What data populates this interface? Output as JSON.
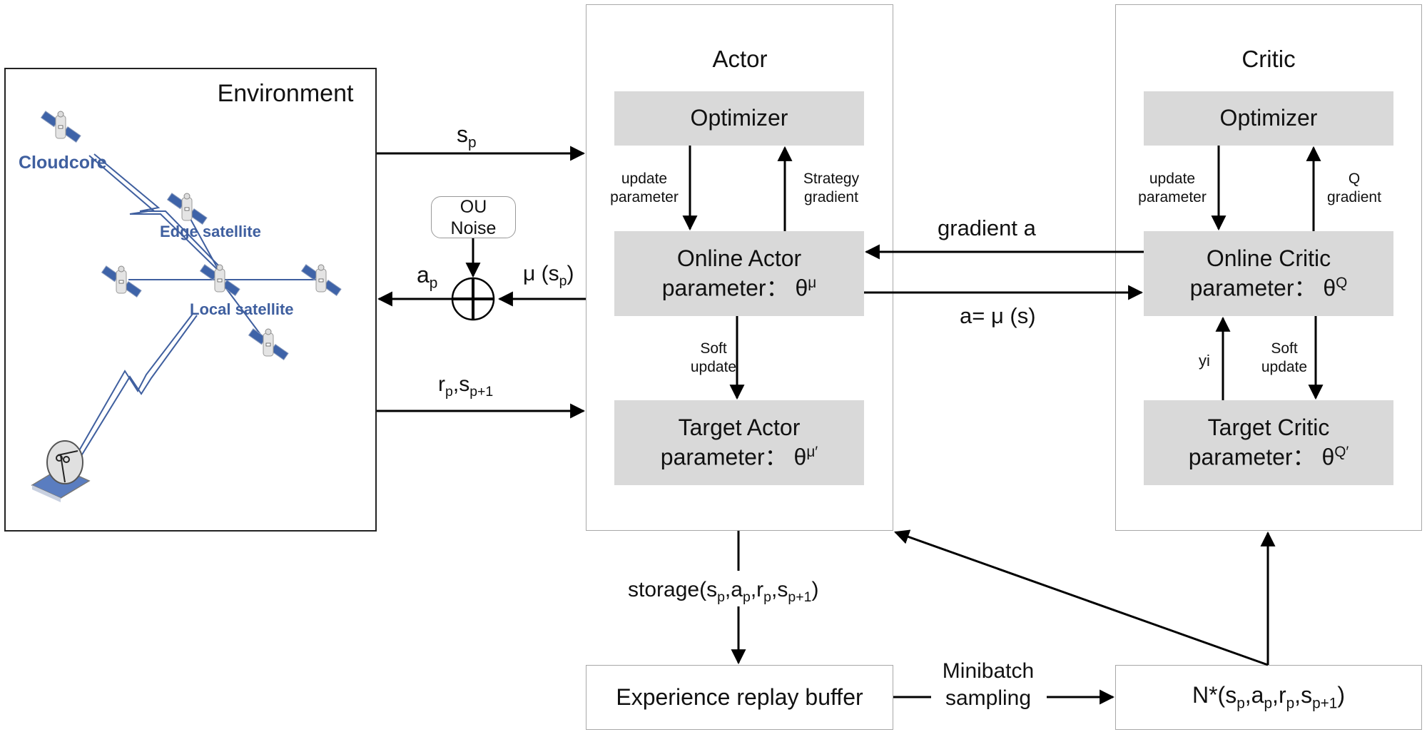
{
  "environment": {
    "title": "Environment",
    "labels": {
      "cloudcore": "Cloudcore",
      "edge_satellite": "Edge satellite",
      "local_satellite": "Local satellite"
    },
    "colors": {
      "label": "#3f5f9f",
      "link": "#3f5f9f",
      "panel_blue": "#3e63a8"
    }
  },
  "signals": {
    "state": {
      "base": "s",
      "sub": "p"
    },
    "action": {
      "base": "a",
      "sub": "p"
    },
    "policy_output": {
      "prefix": "μ (s",
      "sub": "p",
      "suffix": ")"
    },
    "reward_next_state": {
      "r": "r",
      "r_sub": "p",
      "sep": ",",
      "s": "s",
      "s_sub": "p+1"
    },
    "ou_noise": {
      "line1": "OU",
      "line2": "Noise"
    }
  },
  "actor": {
    "title": "Actor",
    "optimizer": "Optimizer",
    "update_parameter": {
      "line1": "update",
      "line2": "parameter"
    },
    "strategy_gradient": {
      "line1": "Strategy",
      "line2": "gradient"
    },
    "online": {
      "line1": "Online Actor",
      "param_label": "parameter：",
      "theta": "θ",
      "sup": "μ"
    },
    "soft_update": {
      "line1": "Soft",
      "line2": "update"
    },
    "target": {
      "line1": "Target Actor",
      "param_label": "parameter：",
      "theta": "θ",
      "sup": "μ′"
    }
  },
  "critic": {
    "title": "Critic",
    "optimizer": "Optimizer",
    "update_parameter": {
      "line1": "update",
      "line2": "parameter"
    },
    "q_gradient": {
      "line1": "Q",
      "line2": "gradient"
    },
    "online": {
      "line1": "Online Critic",
      "param_label": "parameter：",
      "theta": "θ",
      "sup": "Q"
    },
    "yi": "yi",
    "soft_update": {
      "line1": "Soft",
      "line2": "update"
    },
    "target": {
      "line1": "Target Critic",
      "param_label": "parameter：",
      "theta": "θ",
      "sup": "Q′"
    }
  },
  "links": {
    "gradient_a": "gradient a",
    "a_mu_s": "a= μ (s)",
    "storage": {
      "prefix": "storage(",
      "s": "s",
      "s_sub": "p",
      "a": "a",
      "a_sub": "p",
      "r": "r",
      "r_sub": "p",
      "s2": "s",
      "s2_sub": "p+1",
      "suffix": ")"
    },
    "minibatch": {
      "line1": "Minibatch",
      "line2": "sampling"
    }
  },
  "buffer": {
    "label": "Experience replay buffer"
  },
  "batch": {
    "prefix": "N*(",
    "s": "s",
    "s_sub": "p",
    "a": "a",
    "a_sub": "p",
    "r": "r",
    "r_sub": "p",
    "s2": "s",
    "s2_sub": "p+1",
    "suffix": ")"
  },
  "colors": {
    "box_fill": "#d9d9d9",
    "panel_border": "#a8a8a8",
    "arrow": "#000000"
  }
}
